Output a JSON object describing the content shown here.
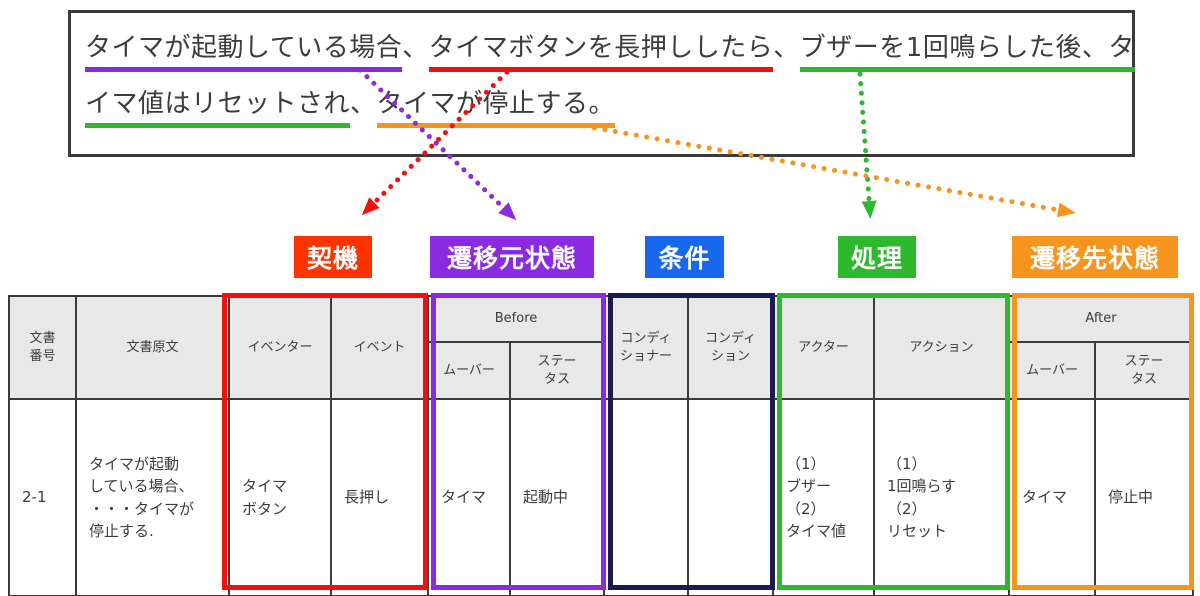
{
  "colors": {
    "red": "#F01010",
    "label_red": "#FF3300",
    "purple": "#8A2BE2",
    "blue": "#1768EF",
    "green": "#2EB82E",
    "orange": "#F7941D",
    "navy": "#181C4D",
    "border_dark": "#3a3a3a",
    "header_bg": "#e8e8e8"
  },
  "source_box": {
    "line1": [
      {
        "text": "タイマが起動している場合",
        "underline": "#8A2BE2"
      },
      {
        "text": "、",
        "underline": null
      },
      {
        "text": "タイマボタンを長押ししたら",
        "underline": "#F01010"
      },
      {
        "text": "、",
        "underline": null
      },
      {
        "text": "ブザーを1回鳴らした後、タ",
        "underline": "#2EB82E"
      }
    ],
    "line2": [
      {
        "text": "イマ値はリセットされ",
        "underline": "#2EB82E"
      },
      {
        "text": "、",
        "underline": null
      },
      {
        "text": "タイマが停止する。",
        "underline": "#F7941D"
      }
    ]
  },
  "labels": [
    {
      "text": "契機",
      "color": "#FF3300"
    },
    {
      "text": "遷移元状態",
      "color": "#8A2BE2"
    },
    {
      "text": "条件",
      "color": "#1768EF"
    },
    {
      "text": "処理",
      "color": "#2EB82E"
    },
    {
      "text": "遷移先状態",
      "color": "#F7941D"
    }
  ],
  "table": {
    "headers": {
      "doc_no": "文書\n番号",
      "doc_text": "文書原文",
      "eventer": "イベンター",
      "event": "イベント",
      "before": "Before",
      "before_mover": "ムーバー",
      "before_status": "ステー\nタス",
      "conditioner": "コンディ\nショナー",
      "condition": "コンディ\nション",
      "actor": "アクター",
      "action": "アクション",
      "after": "After",
      "after_mover": "ムーバー",
      "after_status": "ステー\nタス"
    },
    "row": {
      "doc_no": "2-1",
      "doc_text": "タイマが起動\nしている場合、\n・・・タイマが\n停止する.",
      "eventer": "タイマ\nボタン",
      "event": "長押し",
      "before_mover": "タイマ",
      "before_status": "起動中",
      "conditioner": "",
      "condition": "",
      "actor": "（1）\nブザー\n（2）\nタイマ値",
      "action": "（1）\n1回鳴らす\n（2）\nリセット",
      "after_mover": "タイマ",
      "after_status": "停止中"
    },
    "groups": [
      {
        "name": "event-group",
        "color": "#F01010"
      },
      {
        "name": "before-group",
        "color": "#8A2BE2"
      },
      {
        "name": "condition-group",
        "color": "#181C4D"
      },
      {
        "name": "process-group",
        "color": "#2EB82E"
      },
      {
        "name": "after-group",
        "color": "#F7941D"
      }
    ]
  }
}
